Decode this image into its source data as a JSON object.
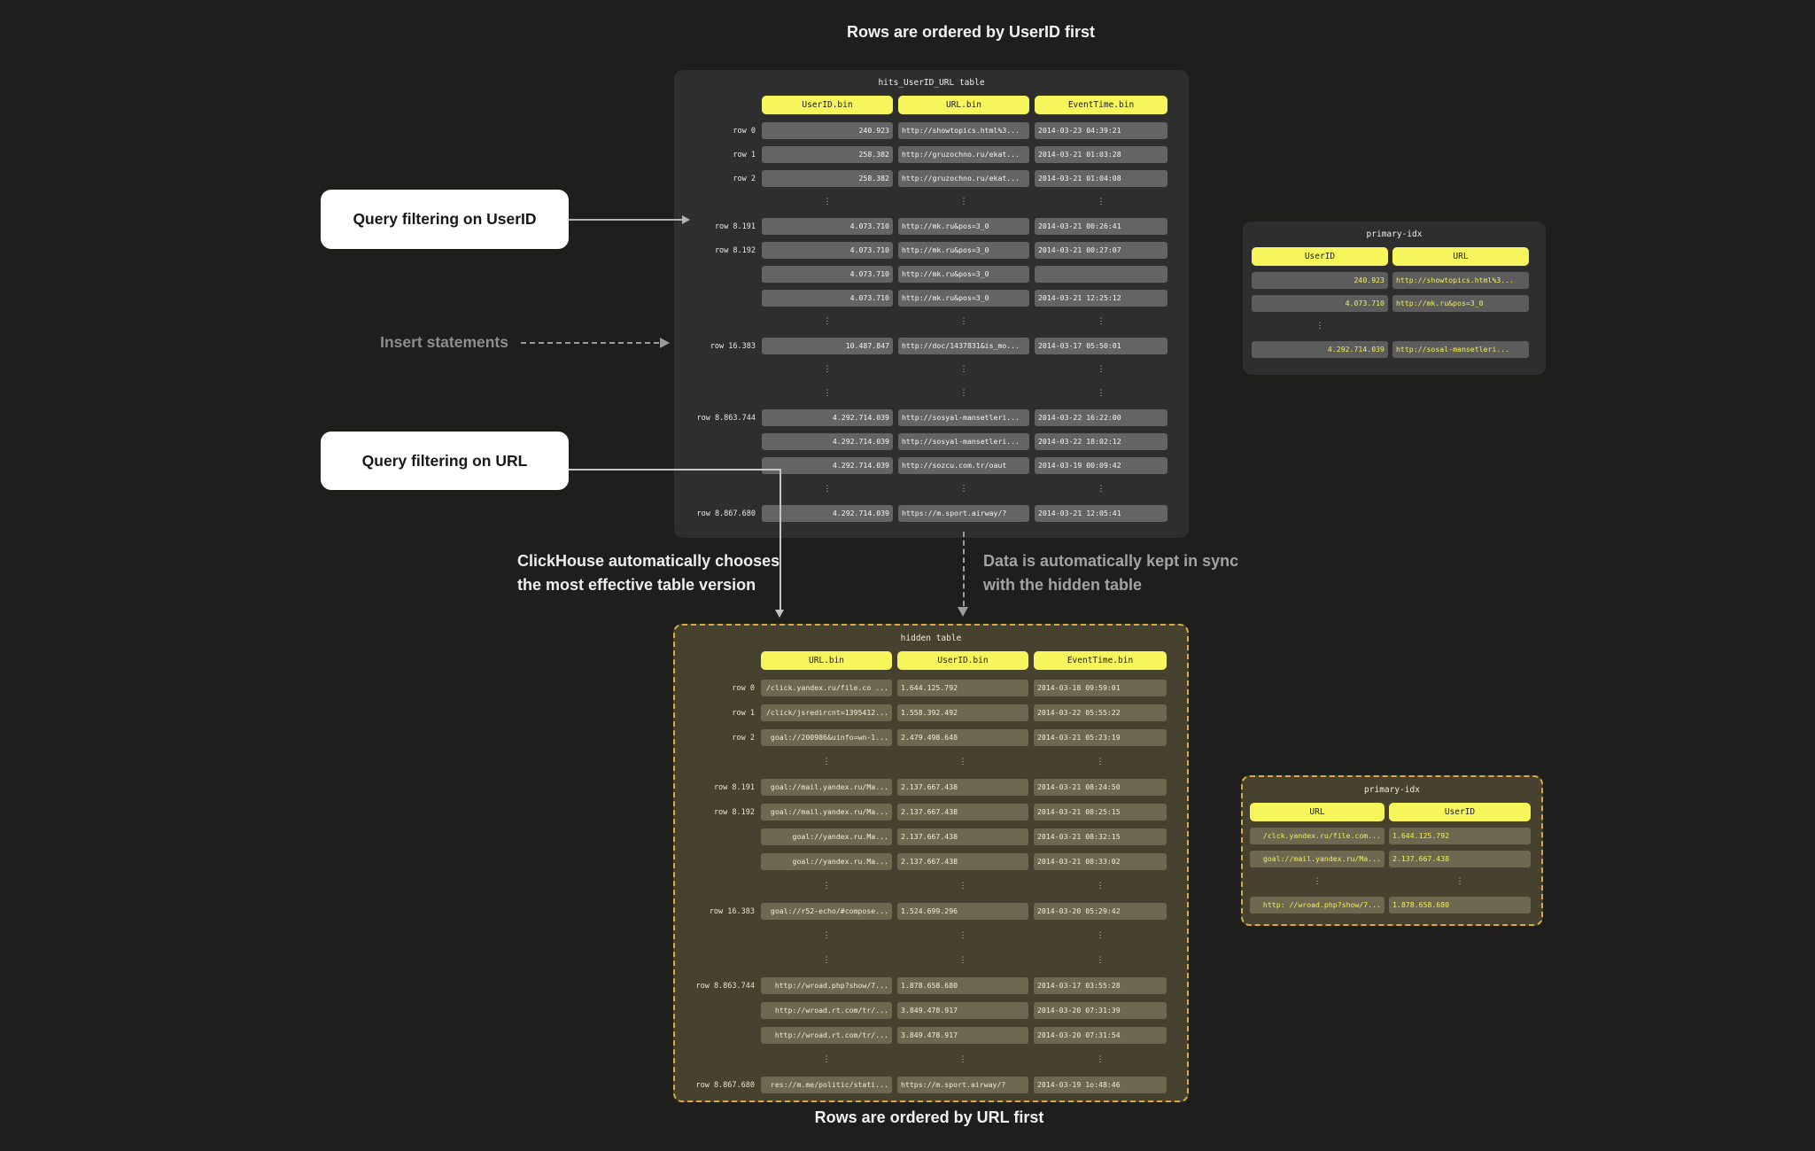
{
  "captions": {
    "top": "Rows are ordered by UserID first",
    "bottom": "Rows are ordered by URL first"
  },
  "callouts": {
    "query_userid": "Query filtering on UserID",
    "query_url": "Query filtering on URL",
    "insert": "Insert statements",
    "choose_line1": "ClickHouse automatically chooses",
    "choose_line2": "the most effective table version",
    "sync_line1": "Data is automatically kept in sync",
    "sync_line2": "with the hidden table"
  },
  "glyphs": {
    "ellipsis": "⋮"
  },
  "colors": {
    "background": "#1e1e1c",
    "panel_dark": "#2e2e2e",
    "cell_dark": "#646464",
    "cell_index_dark": "#5c5c5c",
    "accent_yellow": "#f6f65c",
    "panel_hidden": "#474130",
    "cell_hidden": "#6e6850",
    "hidden_border": "#dcaa3f",
    "index_value_text": "#f2f05a",
    "hidden_cell_text": "#f3edd6"
  },
  "tables": {
    "main": {
      "title": "hits_UserID_URL table",
      "columns": [
        "UserID.bin",
        "URL.bin",
        "EventTime.bin"
      ],
      "rows": [
        {
          "label": "row 0",
          "cells": [
            "240.923",
            "http://showtopics.html%3...",
            "2014-03-23 04:39:21"
          ]
        },
        {
          "label": "row 1",
          "cells": [
            "258.382",
            "http://gruzochno.ru/ekat...",
            "2014-03-21 01:03:28"
          ]
        },
        {
          "label": "row 2",
          "cells": [
            "258.382",
            "http://gruzochno.ru/ekat...",
            "2014-03-21 01:04:08"
          ]
        },
        {
          "dots": [
            1,
            1,
            1
          ]
        },
        {
          "label": "row 8.191",
          "cells": [
            "4.073.710",
            "http://mk.ru&pos=3_0",
            "2014-03-21 00:26:41"
          ]
        },
        {
          "label": "row 8.192",
          "cells": [
            "4.073.710",
            "http://mk.ru&pos=3_0",
            "2014-03-21 00:27:07"
          ]
        },
        {
          "cells": [
            "4.073.710",
            "http://mk.ru&pos=3_0",
            ""
          ]
        },
        {
          "cells": [
            "4.073.710",
            "http://mk.ru&pos=3_0",
            "2014-03-21 12:25:12"
          ]
        },
        {
          "dots": [
            1,
            1,
            1
          ]
        },
        {
          "label": "row 16.383",
          "cells": [
            "10.487.847",
            "http://doc/1437831&is_mo...",
            "2014-03-17 05:50:01"
          ]
        },
        {
          "dots": [
            1,
            1,
            1
          ]
        },
        {
          "dots": [
            1,
            1,
            1
          ]
        },
        {
          "label": "row 8.863.744",
          "cells": [
            "4.292.714.039",
            "http://sosyal-mansetleri...",
            "2014-03-22 16:22:00"
          ]
        },
        {
          "cells": [
            "4.292.714.039",
            "http://sosyal-mansetleri...",
            "2014-03-22 18:02:12"
          ]
        },
        {
          "cells": [
            "4.292.714.039",
            "http://sozcu.com.tr/oaut",
            "2014-03-19 00:09:42"
          ]
        },
        {
          "dots": [
            1,
            1,
            1
          ]
        },
        {
          "label": "row 8.867.680",
          "cells": [
            "4.292.714.039",
            "https://m.sport.airway/?",
            "2014-03-21 12:05:41"
          ]
        }
      ]
    },
    "hidden": {
      "title": "hidden table",
      "columns": [
        "URL.bin",
        "UserID.bin",
        "EventTime.bin"
      ],
      "rows": [
        {
          "label": "row 0",
          "cells": [
            "/click.yandex.ru/file.co ...",
            "1.644.125.792",
            "2014-03-18 09:59:01"
          ]
        },
        {
          "label": "row 1",
          "cells": [
            "/click/jsredircnt=1395412...",
            "1.558.392.492",
            "2014-03-22 05:55:22"
          ]
        },
        {
          "label": "row 2",
          "cells": [
            "goal://200986&uinfo=wn-1...",
            "2.479.498.648",
            "2014-03-21 05:23:19"
          ]
        },
        {
          "dots": [
            1,
            1,
            1
          ]
        },
        {
          "label": "row 8.191",
          "cells": [
            "goal://mail.yandex.ru/Ma...",
            "2.137.667.438",
            "2014-03-21 08:24:50"
          ]
        },
        {
          "label": "row 8.192",
          "cells": [
            "goal://mail.yandex.ru/Ma...",
            "2.137.667.438",
            "2014-03-21 08:25:15"
          ]
        },
        {
          "cells": [
            "goal://yandex.ru.Ma...",
            "2.137.667.438",
            "2014-03-21 08:32:15"
          ]
        },
        {
          "cells": [
            "goal://yandex.ru.Ma...",
            "2.137.667.438",
            "2014-03-21 08:33:02"
          ]
        },
        {
          "dots": [
            1,
            1,
            1
          ]
        },
        {
          "label": "row 16.383",
          "cells": [
            "goal://r52-echo/#compose...",
            "1.524.699.296",
            "2014-03-20 05:29:42"
          ]
        },
        {
          "dots": [
            1,
            1,
            1
          ]
        },
        {
          "dots": [
            1,
            1,
            1
          ]
        },
        {
          "label": "row 8.863.744",
          "cells": [
            "http://wroad.php?show/7...",
            "1.878.658.680",
            "2014-03-17 03:55:28"
          ]
        },
        {
          "cells": [
            "http://wroad.rt.com/tr/...",
            "3.849.478.917",
            "2014-03-20 07:31:39"
          ]
        },
        {
          "cells": [
            "http://wroad.rt.com/tr/...",
            "3.849.478.917",
            "2014-03-20 07:31:54"
          ]
        },
        {
          "dots": [
            1,
            1,
            1
          ]
        },
        {
          "label": "row 8.867.680",
          "cells": [
            "res://m.me/politic/stati...",
            "https://m.sport.airway/?",
            "2014-03-19 1o:48:46"
          ]
        }
      ]
    },
    "primary_idx_main": {
      "title": "primary-idx",
      "columns": [
        "UserID",
        "URL"
      ],
      "rows": [
        {
          "cells": [
            "240.923",
            "http://showtopics.html%3..."
          ]
        },
        {
          "cells": [
            "4.073.710",
            "http://mk.ru&pos=3_0"
          ]
        },
        {
          "dots": [
            1,
            0
          ]
        },
        {
          "cells": [
            "4.292.714.039",
            "http://sosal-mansetleri..."
          ]
        }
      ]
    },
    "primary_idx_hidden": {
      "title": "primary-idx",
      "columns": [
        "URL",
        "UserID"
      ],
      "rows": [
        {
          "cells": [
            "/clck.yandex.ru/file.com...",
            "1.644.125.792"
          ]
        },
        {
          "cells": [
            "goal://mail.yandex.ru/Ma...",
            "2.137.667.438"
          ]
        },
        {
          "dots": [
            1,
            1
          ]
        },
        {
          "cells": [
            "http: //wroad.php?show/7...",
            "1.878.658.680"
          ]
        }
      ]
    }
  }
}
